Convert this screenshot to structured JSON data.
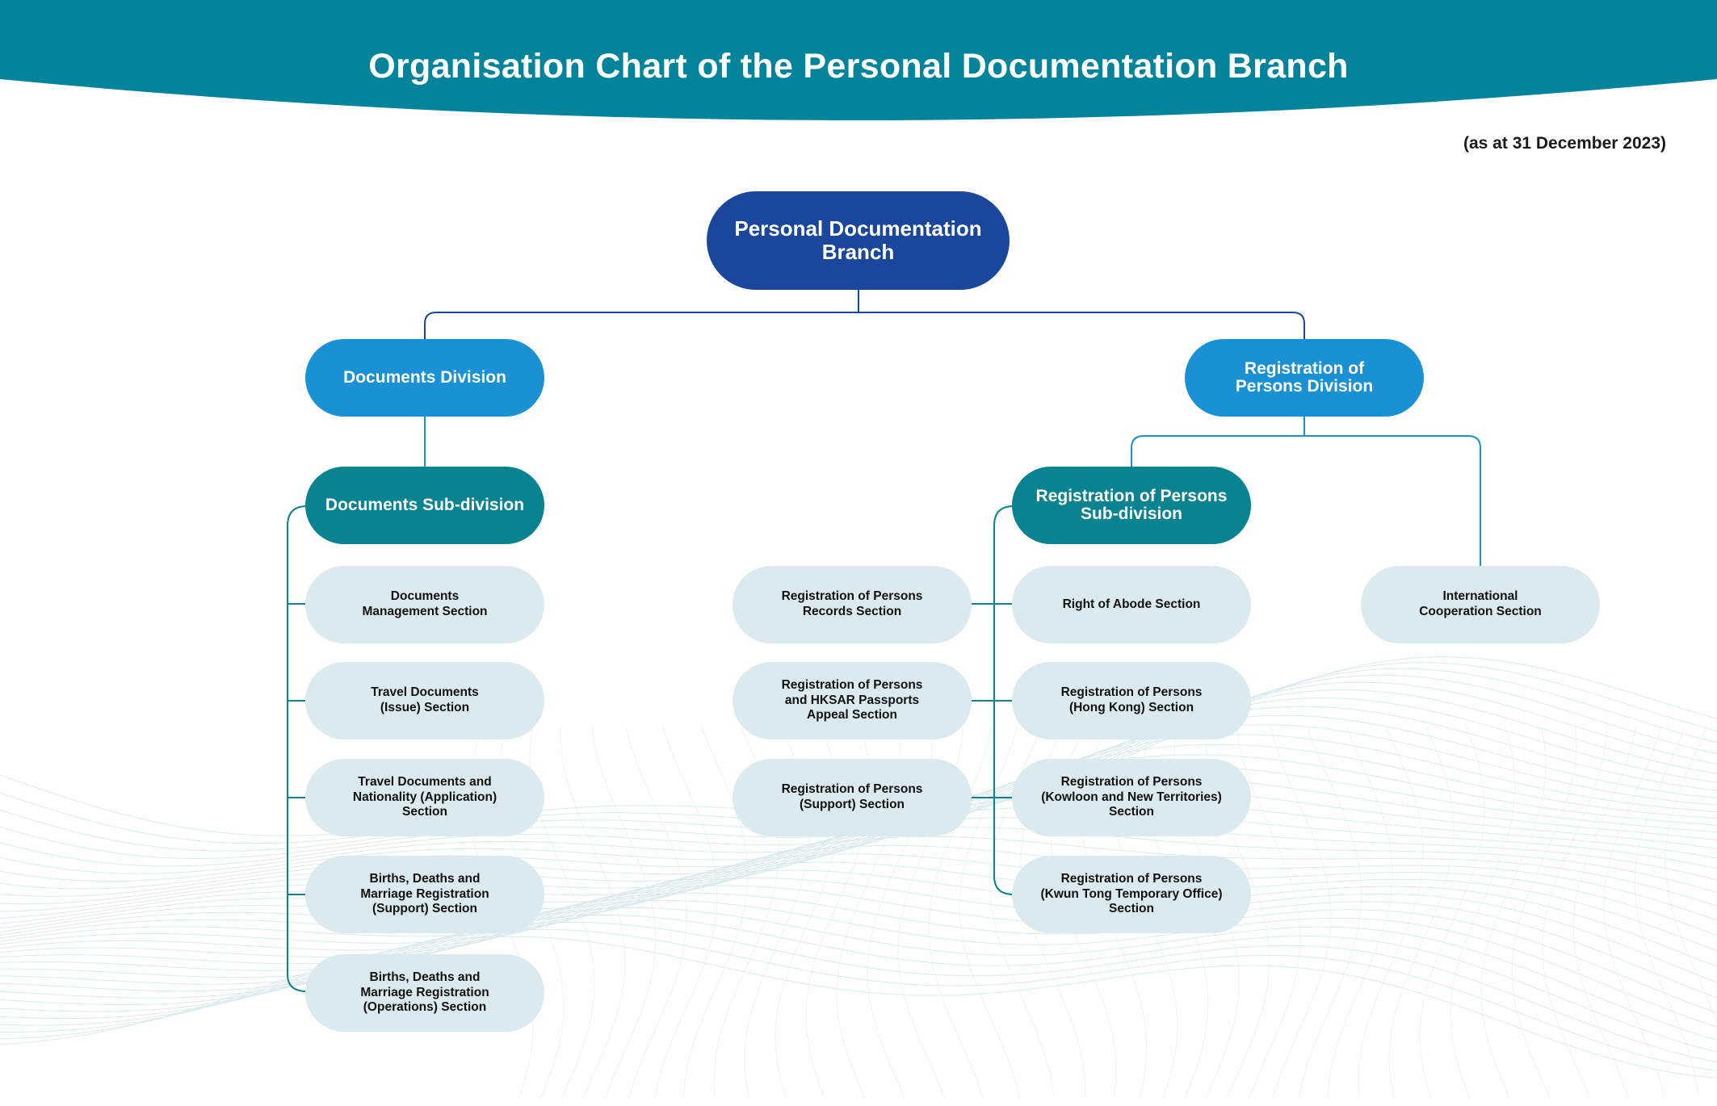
{
  "header": {
    "title": "Organisation Chart of the Personal Documentation Branch",
    "date_note": "(as at 31 December 2023)"
  },
  "colors": {
    "banner": "#04849a",
    "branch": "#1a469c",
    "division": "#1a91d4",
    "subdivision": "#09838f",
    "section": "#dbeaef",
    "connector_navy": "#1a469c",
    "connector_teal": "#09838f"
  },
  "branch": {
    "label": "Personal Documentation\nBranch"
  },
  "documents_division": {
    "label": "Documents Division",
    "subdivision": {
      "label": "Documents Sub-division",
      "sections": [
        "Documents\nManagement Section",
        "Travel Documents\n(Issue) Section",
        "Travel Documents and\nNationality (Application)\nSection",
        "Births, Deaths and\nMarriage Registration\n(Support) Section",
        "Births, Deaths and\nMarriage Registration\n(Operations) Section"
      ]
    }
  },
  "registration_division": {
    "label": "Registration of\nPersons Division",
    "subdivision": {
      "label": "Registration of Persons\nSub-division",
      "left_sections": [
        "Registration of Persons\nRecords Section",
        "Registration of Persons\nand HKSAR Passports\nAppeal Section",
        "Registration of Persons\n(Support) Section"
      ],
      "right_sections": [
        "Right of Abode Section",
        "Registration of Persons\n(Hong Kong) Section",
        "Registration of Persons\n(Kowloon and New Territories)\nSection",
        "Registration of Persons\n(Kwun Tong Temporary Office)\nSection"
      ]
    },
    "international_section": "International\nCooperation Section"
  }
}
